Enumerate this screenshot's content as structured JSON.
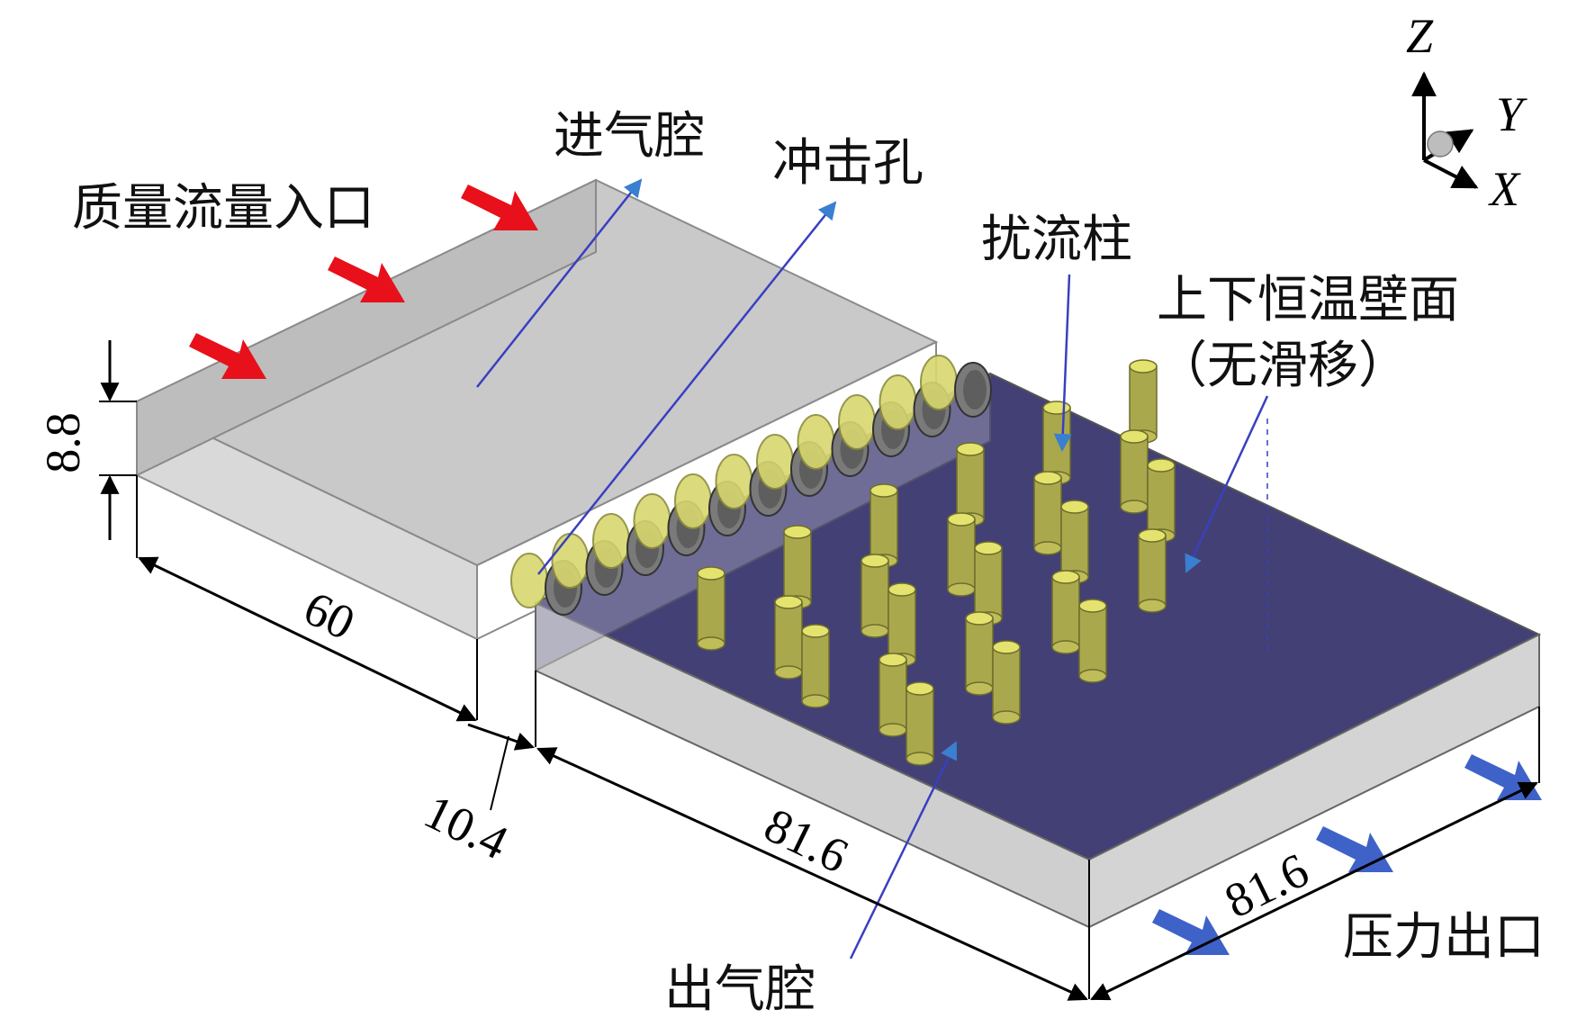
{
  "labels": {
    "inlet_cavity": "进气腔",
    "impingement_hole": "冲击孔",
    "mass_flow_inlet": "质量流量入口",
    "pin_fin": "扰流柱",
    "isothermal_walls": "上下恒温壁面",
    "no_slip": "（无滑移）",
    "outlet_cavity": "出气腔",
    "pressure_outlet": "压力出口"
  },
  "dimensions": {
    "inlet_height": "8.8",
    "inlet_length": "60",
    "gap": "10.4",
    "channel_length": "81.6",
    "channel_width": "81.6"
  },
  "axes": {
    "z": "Z",
    "y": "Y",
    "x": "X"
  },
  "colors": {
    "inlet_arrow": "#e8101a",
    "outlet_arrow": "#3f62c8",
    "leader_line": "#3a3fc0",
    "channel_floor": "#434075",
    "pin_fill": "#bfbd5a",
    "box_face": "#c4c4c4"
  }
}
